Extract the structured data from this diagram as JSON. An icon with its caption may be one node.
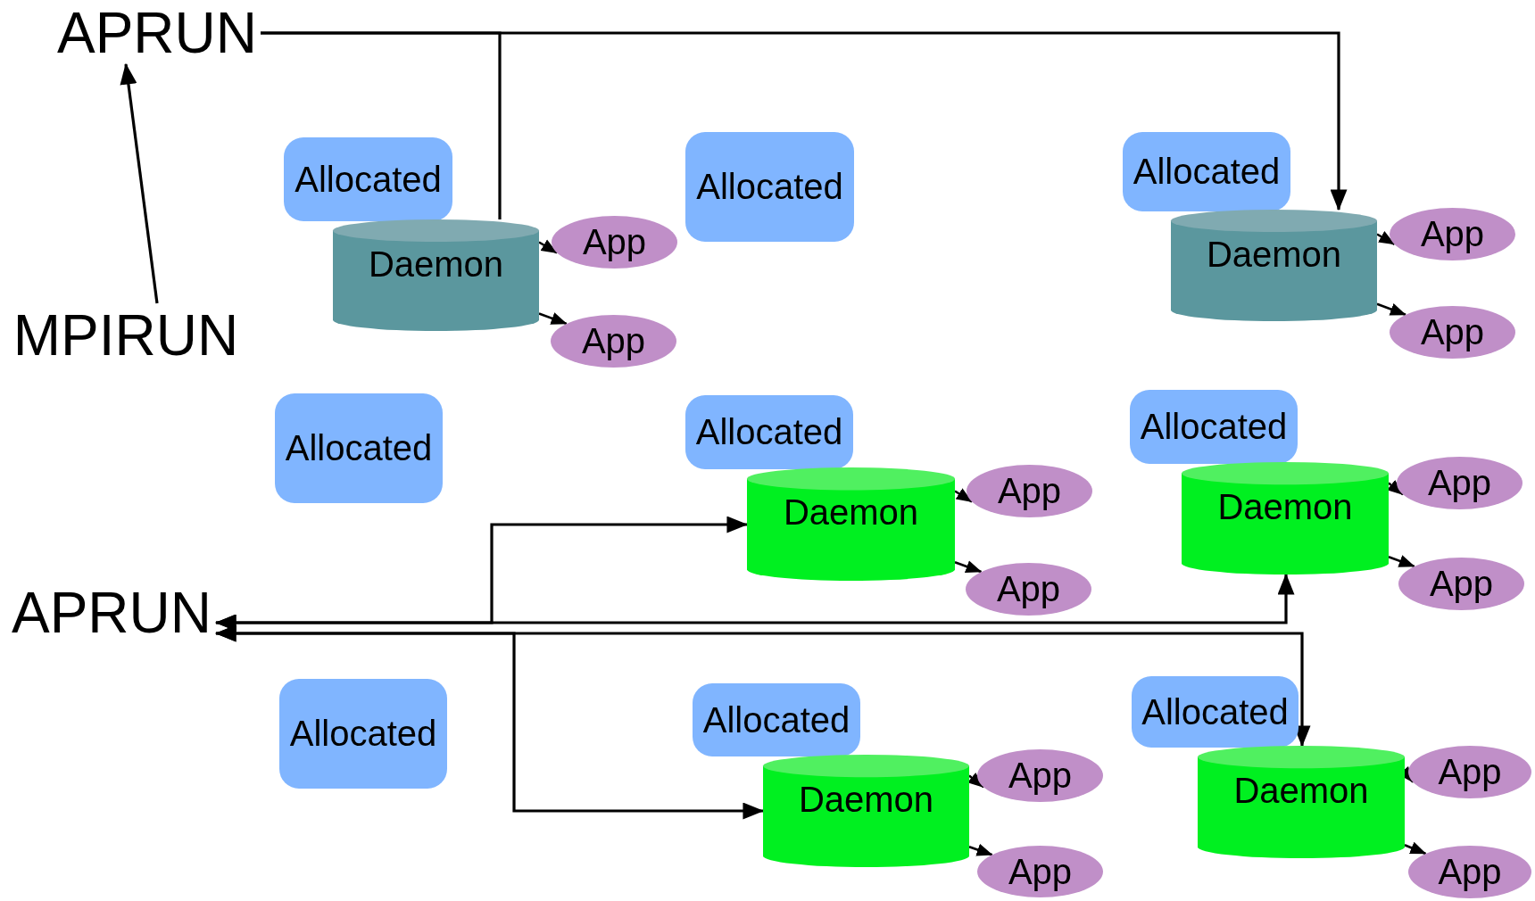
{
  "diagram": {
    "nodes": [
      {
        "text": [
          "APRUN"
        ]
      },
      {
        "text": [
          "MPIRUN"
        ]
      },
      {
        "text": [
          "APRUN"
        ]
      },
      {
        "text": [
          "Allocated"
        ]
      },
      {
        "text": [
          "Daemon"
        ]
      },
      {
        "text": [
          "App"
        ]
      },
      {
        "text": [
          "App"
        ]
      },
      {
        "text": [
          "Allocated"
        ]
      },
      {
        "text": [
          "Allocated"
        ]
      },
      {
        "text": [
          "Daemon"
        ]
      },
      {
        "text": [
          "App"
        ]
      },
      {
        "text": [
          "App"
        ]
      },
      {
        "text": [
          "Allocated"
        ]
      },
      {
        "text": [
          "Allocated"
        ]
      },
      {
        "text": [
          "Daemon"
        ]
      },
      {
        "text": [
          "App"
        ]
      },
      {
        "text": [
          "App"
        ]
      },
      {
        "text": [
          "Allocated"
        ]
      },
      {
        "text": [
          "Daemon"
        ]
      },
      {
        "text": [
          "App"
        ]
      },
      {
        "text": [
          "App"
        ]
      },
      {
        "text": [
          "Allocated"
        ]
      },
      {
        "text": [
          "Allocated"
        ]
      },
      {
        "text": [
          "Daemon"
        ]
      },
      {
        "text": [
          "App"
        ]
      },
      {
        "text": [
          "App"
        ]
      },
      {
        "text": [
          "Allocated"
        ]
      },
      {
        "text": [
          "Daemon"
        ]
      },
      {
        "text": [
          "App"
        ]
      },
      {
        "text": [
          "App"
        ]
      }
    ],
    "edges": [
      {
        "from": 1,
        "to": 0,
        "arrow": "to"
      },
      {
        "from": 0,
        "to": 4,
        "arrow": "none"
      },
      {
        "from": 0,
        "to": 9,
        "arrow": "to"
      },
      {
        "from": 2,
        "to": 14,
        "arrow": "both"
      },
      {
        "from": 2,
        "to": 18,
        "arrow": "both"
      },
      {
        "from": 2,
        "to": 23,
        "arrow": "both"
      },
      {
        "from": 2,
        "to": 27,
        "arrow": "both"
      },
      {
        "from": 4,
        "to": 5,
        "arrow": "to"
      },
      {
        "from": 4,
        "to": 6,
        "arrow": "to"
      },
      {
        "from": 9,
        "to": 10,
        "arrow": "to"
      },
      {
        "from": 9,
        "to": 11,
        "arrow": "to"
      },
      {
        "from": 14,
        "to": 15,
        "arrow": "to"
      },
      {
        "from": 14,
        "to": 16,
        "arrow": "to"
      },
      {
        "from": 18,
        "to": 19,
        "arrow": "to"
      },
      {
        "from": 18,
        "to": 20,
        "arrow": "to"
      },
      {
        "from": 23,
        "to": 24,
        "arrow": "to"
      },
      {
        "from": 23,
        "to": 25,
        "arrow": "to"
      },
      {
        "from": 27,
        "to": 28,
        "arrow": "to"
      },
      {
        "from": 27,
        "to": 29,
        "arrow": "to"
      }
    ]
  }
}
